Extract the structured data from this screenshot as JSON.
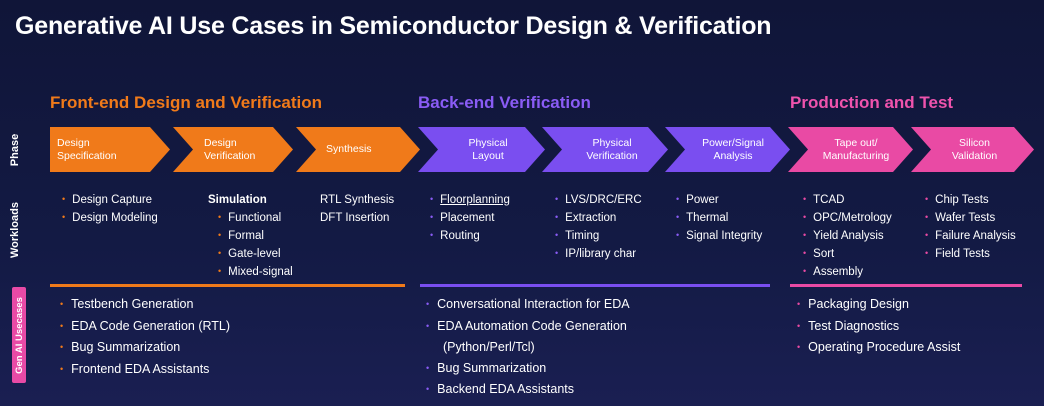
{
  "title": "Generative AI Use Cases in Semiconductor Design & Verification",
  "colors": {
    "orange": "#f07a1a",
    "purple": "#7a4ef0",
    "pink": "#e94aa4",
    "bg": "#121842"
  },
  "sections": {
    "front": "Front-end Design and Verification",
    "back": "Back-end Verification",
    "production": "Production and Test"
  },
  "row_labels": {
    "phase": "Phase",
    "workloads": "Workloads",
    "genai": "Gen AI Usecases"
  },
  "phases": {
    "design_spec": [
      "Design",
      "Specification"
    ],
    "design_verif": [
      "Design",
      "Verification"
    ],
    "synthesis": [
      "Synthesis"
    ],
    "physical_layout": [
      "Physical",
      "Layout"
    ],
    "physical_verif": [
      "Physical",
      "Verification"
    ],
    "power_signal": [
      "Power/Signal",
      "Analysis"
    ],
    "tapeout": [
      "Tape out/",
      "Manufacturing"
    ],
    "silicon": [
      "Silicon",
      "Validation"
    ]
  },
  "workloads": {
    "col1": [
      "Design Capture",
      "Design Modeling"
    ],
    "col2_header": "Simulation",
    "col2": [
      "Functional",
      "Formal",
      "Gate-level",
      "Mixed-signal"
    ],
    "col3": [
      "RTL Synthesis",
      "DFT Insertion"
    ],
    "col4": [
      "Floorplanning",
      "Placement",
      "Routing"
    ],
    "col5": [
      "LVS/DRC/ERC",
      "Extraction",
      "Timing",
      "IP/library char"
    ],
    "col6": [
      "Power",
      "Thermal",
      "Signal Integrity"
    ],
    "col7": [
      "TCAD",
      "OPC/Metrology",
      "Yield Analysis",
      "Sort",
      "Assembly"
    ],
    "col8": [
      "Chip Tests",
      "Wafer Tests",
      "Failure Analysis",
      "Field Tests"
    ]
  },
  "genai": {
    "front": [
      "Testbench Generation",
      "EDA Code Generation (RTL)",
      "Bug Summarization",
      "Frontend EDA Assistants"
    ],
    "back": [
      "Conversational Interaction for EDA",
      "EDA Automation Code Generation",
      "(Python/Perl/Tcl)",
      "Bug Summarization",
      "Backend EDA Assistants"
    ],
    "production": [
      "Packaging Design",
      "Test Diagnostics",
      "Operating Procedure Assist"
    ]
  },
  "bullet": "•"
}
